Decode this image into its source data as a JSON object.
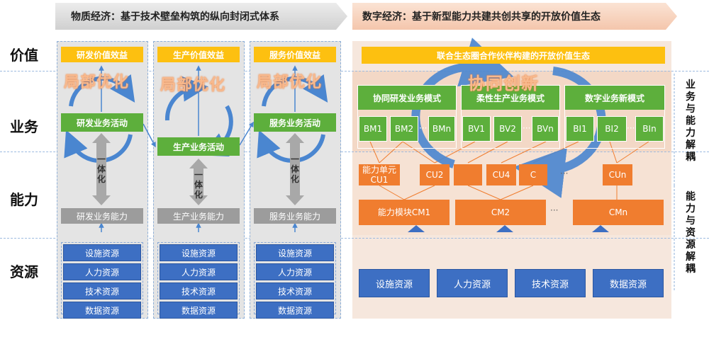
{
  "headers": {
    "left": "物质经济：基于技术壁垒构筑的纵向封闭式体系",
    "right": "数字经济：基于新型能力共建共创共享的开放价值生态"
  },
  "row_labels": [
    "价值",
    "业务",
    "能力",
    "资源"
  ],
  "left_columns": [
    {
      "value": "研发价值效益",
      "opt": "局部优化",
      "business": "研发业务活动",
      "yiti": "一体化",
      "capability": "研发业务能力"
    },
    {
      "value": "生产价值效益",
      "opt": "局部优化",
      "business": "生产业务活动",
      "yiti": "一体化",
      "capability": "生产业务能力"
    },
    {
      "value": "服务价值效益",
      "opt": "局部优化",
      "business": "服务业务活动",
      "yiti": "一体化",
      "capability": "服务业务能力"
    }
  ],
  "resources": [
    "设施资源",
    "人力资源",
    "技术资源",
    "数据资源"
  ],
  "right": {
    "value": "联合生态圈合作伙伴构建的开放价值生态",
    "synergy": "协同创新",
    "modes": [
      {
        "title": "协同研发业务模式",
        "items": [
          "BM1",
          "BM2",
          "BMn"
        ]
      },
      {
        "title": "柔性生产业务模式",
        "items": [
          "BV1",
          "BV2",
          "BVn"
        ]
      },
      {
        "title": "数字业务新模式",
        "items": [
          "BI1",
          "BI2",
          "BIn"
        ]
      }
    ],
    "dots": "···",
    "units": [
      "能力单元\nCU1",
      "CU2",
      "",
      "CU4",
      "C",
      "CUn"
    ],
    "modules": [
      "能力模块CM1",
      "CM2",
      "CMn"
    ],
    "resources": [
      "设施资源",
      "人力资源",
      "技术资源",
      "数据资源"
    ]
  },
  "side_labels": {
    "top": "业务与能力解耦",
    "bottom": "能力与资源解耦"
  },
  "colors": {
    "orange": "#f07d2f",
    "green": "#5daf3c",
    "yellow": "#fdc010",
    "blue": "#3d6fc3",
    "arrow": "#4a86d0"
  }
}
